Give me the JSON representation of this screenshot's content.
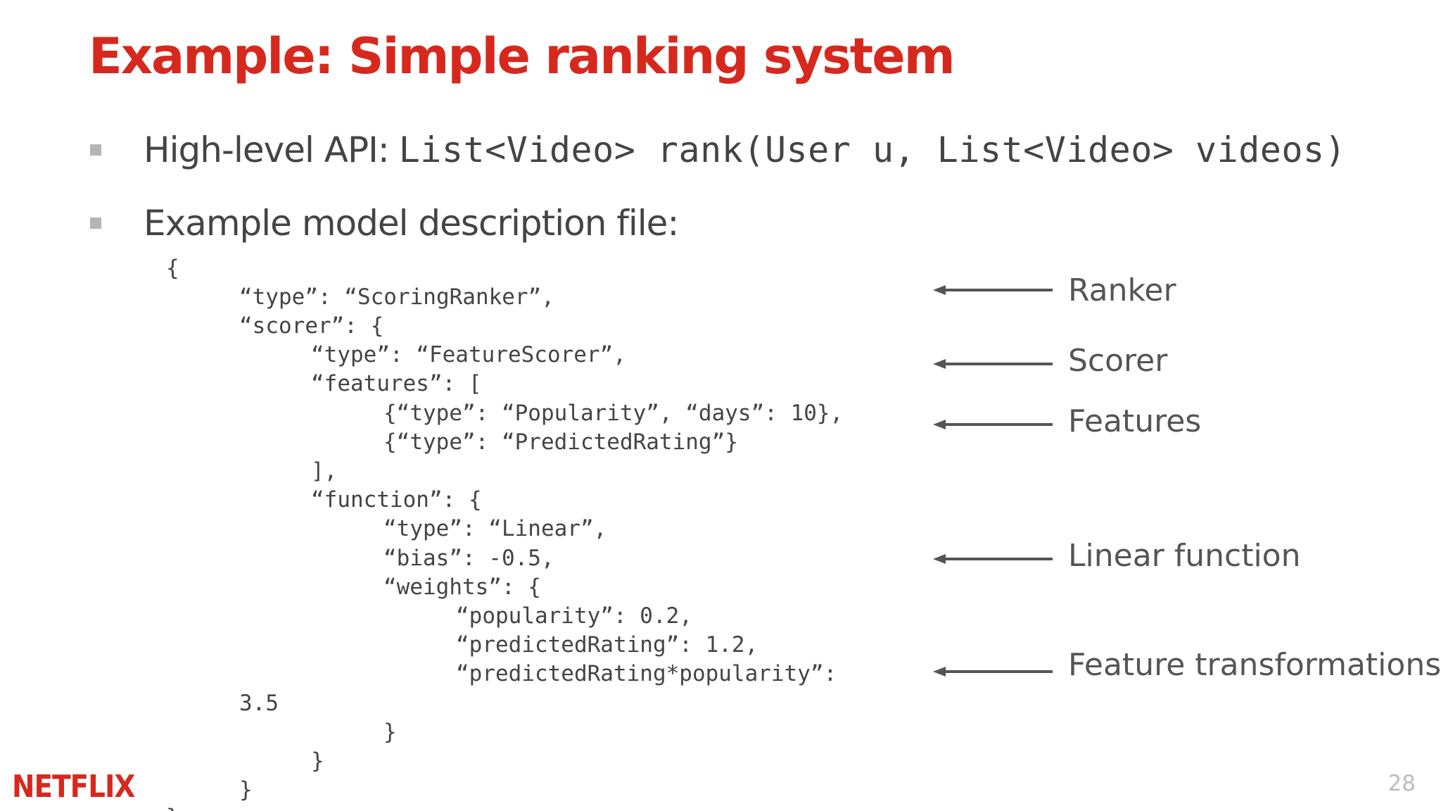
{
  "slide": {
    "title": "Example: Simple ranking system",
    "bullets": [
      {
        "text": "High-level API:",
        "code": "List<Video> rank(User u, List<Video> videos)"
      },
      {
        "text": "Example model description file:",
        "code": ""
      }
    ],
    "code_lines": [
      "{",
      "“type”: “ScoringRanker”,",
      "“scorer”: {",
      "“type”: “FeatureScorer”,",
      "“features”: [",
      "{“type”: “Popularity”, “days”: 10},",
      "{“type”: “PredictedRating”}",
      "],",
      "“function”: {",
      "“type”: “Linear”,",
      "“bias”: -0.5,",
      "“weights”: {",
      "“popularity”: 0.2,",
      "“predictedRating”: 1.2,",
      "“predictedRating*popularity”:",
      "3.5",
      "}",
      "}",
      "}",
      "}"
    ],
    "annotations": [
      "Ranker",
      "Scorer",
      "Features",
      "Linear function",
      "Feature transformations"
    ],
    "logo_text": "NETFLIX",
    "page_number": "28",
    "colors": {
      "title": "#d7281e",
      "text": "#444444",
      "arrow": "#555555",
      "bullet": "#b5b5b5"
    }
  }
}
